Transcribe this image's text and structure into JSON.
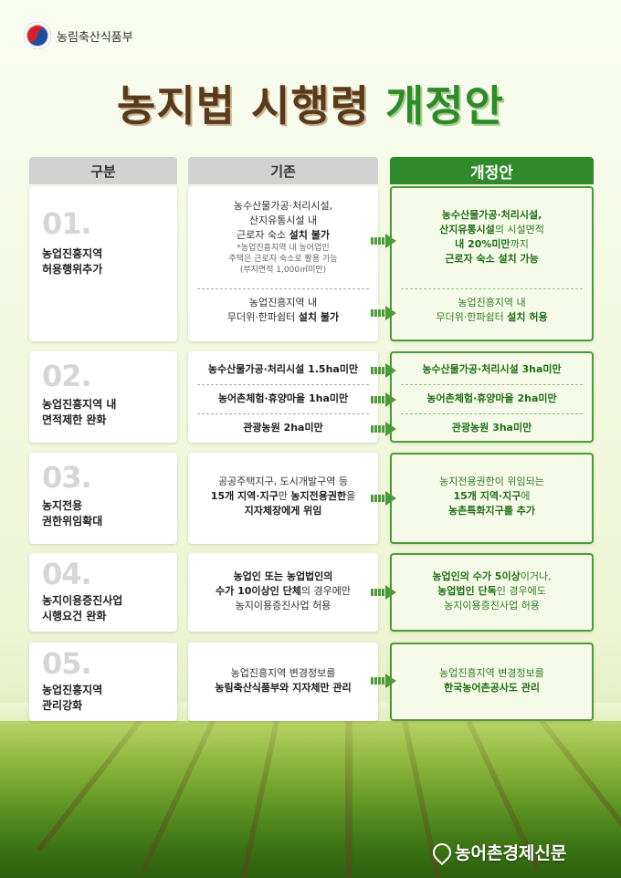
{
  "header": {
    "ministry": "농림축산식품부",
    "title_part1": "농지법 시행령",
    "title_part2": "개정안"
  },
  "columns": {
    "category": "구분",
    "existing": "기존",
    "revised": "개정안"
  },
  "rows": [
    {
      "num": "01.",
      "label_line1": "농업진흥지역",
      "label_line2": "허용행위추가",
      "existing": [
        {
          "line1": "농수산물가공·처리시설,",
          "line2": "산지유통시설 내",
          "line3_pre": "근로자 숙소 ",
          "line3_bold": "설치 불가",
          "note1": "*농업진흥지역 내 농어업인",
          "note2": "주택은 근로자 숙소로 활용 가능",
          "note3": "(부지면적 1,000㎡미만)"
        },
        {
          "line1": "농업진흥지역 내",
          "line2_pre": "무더위·한파쉼터 ",
          "line2_bold": "설치 불가"
        }
      ],
      "revised": [
        {
          "line1": "농수산물가공·처리시설,",
          "line2_bold": "산지유통시설",
          "line2_rest": "의 시설면적",
          "line3_bold": "내 20%미만",
          "line3_rest": "까지",
          "line4": "근로자 숙소 설치 가능"
        },
        {
          "line1": "농업진흥지역 내",
          "line2_pre": "무더위·한파쉼터 ",
          "line2_bold": "설치 허용"
        }
      ]
    },
    {
      "num": "02.",
      "label_line1": "농업진흥지역 내",
      "label_line2": "면적제한 완화",
      "existing": [
        "농수산물가공·처리시설 1.5ha미만",
        "농어촌체험·휴양마을 1ha미만",
        "관광농원 2ha미만"
      ],
      "revised": [
        "농수산물가공·처리시설 3ha미만",
        "농어촌체험·휴양마을 2ha미만",
        "관광농원 3ha미만"
      ]
    },
    {
      "num": "03.",
      "label_line1": "농지전용",
      "label_line2": "권한위임확대",
      "existing": {
        "line1": "공공주택지구, 도시개발구역 등",
        "line2_bold1": "15개 지역·지구",
        "line2_mid": "만 ",
        "line2_bold2": "농지전용권한",
        "line2_end": "을",
        "line3": "지자체장에게 위임"
      },
      "revised": {
        "line1": "농지전용권한이 위임되는",
        "line2_bold": "15개 지역·지구",
        "line2_end": "에",
        "line3": "농촌특화지구를 추가"
      }
    },
    {
      "num": "04.",
      "label_line1": "농지이용증진사업",
      "label_line2": "시행요건 완화",
      "existing": {
        "line1": "농업인 또는 농업법인의",
        "line2_bold": "수가 10이상인 단체",
        "line2_end": "의 경우에만",
        "line3": "농지이용증진사업 허용"
      },
      "revised": {
        "line1_bold": "농업인의 수가 5이상",
        "line1_end": "이거나,",
        "line2_bold": "농업법인 단독",
        "line2_end": "인 경우에도",
        "line3": "농지이용증진사업 허용"
      }
    },
    {
      "num": "05.",
      "label_line1": "농업진흥지역",
      "label_line2": "관리강화",
      "existing": {
        "line1": "농업진흥지역 변경정보를",
        "line2": "농림축산식품부와 지자체만 관리"
      },
      "revised": {
        "line1": "농업진흥지역 변경정보를",
        "line2": "한국농어촌공사도 관리"
      }
    }
  ],
  "footer": {
    "publisher": "농어촌경제신문"
  },
  "colors": {
    "brown": "#5a3a1c",
    "green": "#2f8a2c",
    "header_gray": "#d2d2d2"
  }
}
